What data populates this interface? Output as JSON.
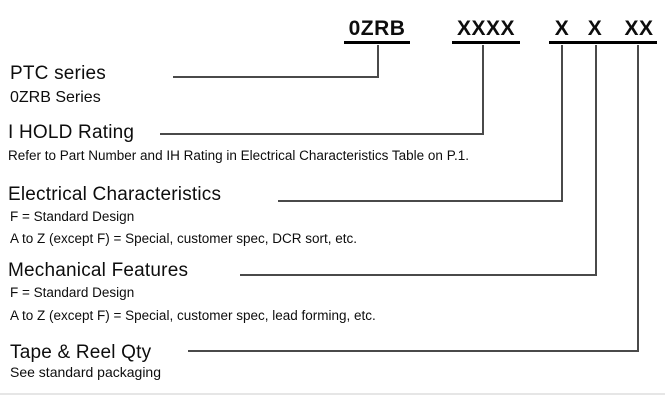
{
  "part_code": {
    "series": "0ZRB",
    "ih_rating": "XXXX",
    "electrical": "X",
    "mechanical": "X",
    "tape_reel": "XX"
  },
  "sections": {
    "ptc": {
      "title": "PTC series",
      "subtitle": "0ZRB Series"
    },
    "ihold": {
      "title": "I HOLD Rating",
      "note": "Refer to Part Number and IH Rating in Electrical Characteristics Table on P.1."
    },
    "electrical": {
      "title": "Electrical Characteristics",
      "standard": "F = Standard Design",
      "special": "A to Z (except F) = Special, customer spec, DCR sort, etc."
    },
    "mechanical": {
      "title": "Mechanical Features",
      "standard": "F = Standard Design",
      "special": "A to Z (except F) = Special, customer spec, lead forming, etc."
    },
    "tape": {
      "title": "Tape & Reel Qty",
      "note": "See standard packaging"
    }
  },
  "colors": {
    "text": "#0d0d0d",
    "connector_line": "#4a4a4a",
    "underline": "#000000",
    "background": "#ffffff"
  }
}
